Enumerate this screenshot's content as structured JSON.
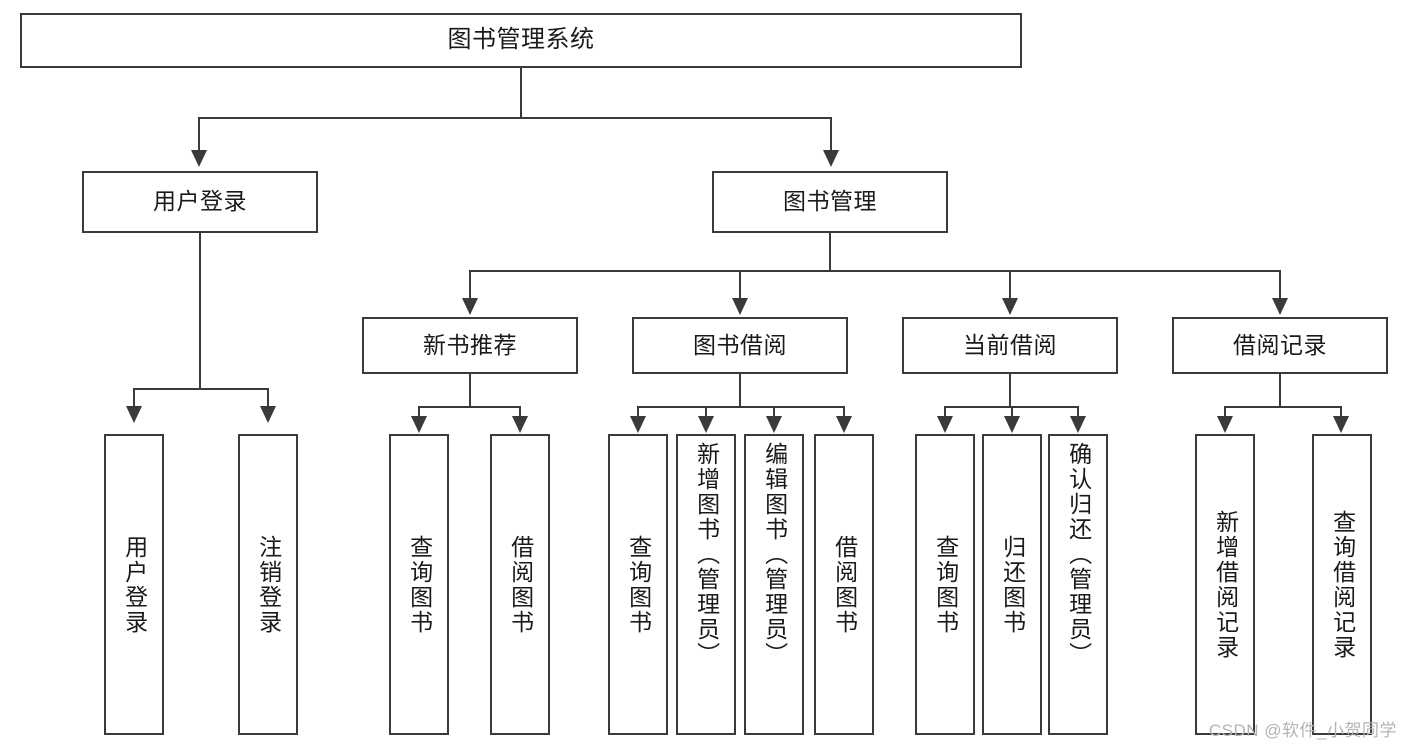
{
  "diagram": {
    "title": "图书管理系统",
    "root": {
      "label": "图书管理系统"
    },
    "level2": [
      {
        "label": "用户登录"
      },
      {
        "label": "图书管理"
      }
    ],
    "level3": [
      {
        "label": "新书推荐"
      },
      {
        "label": "图书借阅"
      },
      {
        "label": "当前借阅"
      },
      {
        "label": "借阅记录"
      }
    ],
    "leaves": {
      "user_login": [
        {
          "label": "用户登录"
        },
        {
          "label": "注销登录"
        }
      ],
      "new_book": [
        {
          "label": "查询图书"
        },
        {
          "label": "借阅图书"
        }
      ],
      "borrow_book": [
        {
          "label": "查询图书"
        },
        {
          "label": "新增图书（管理员）"
        },
        {
          "label": "编辑图书（管理员）"
        },
        {
          "label": "借阅图书"
        }
      ],
      "current_borrow": [
        {
          "label": "查询图书"
        },
        {
          "label": "归还图书"
        },
        {
          "label": "确认归还（管理员）"
        }
      ],
      "borrow_record": [
        {
          "label": "新增借阅记录"
        },
        {
          "label": "查询借阅记录"
        }
      ]
    }
  },
  "watermark": {
    "text": "CSDN @软件_小贺同学"
  },
  "colors": {
    "stroke": "#3a3a3a",
    "background": "#ffffff",
    "text": "#1a1a1a",
    "watermark": "#b4b4b4"
  }
}
